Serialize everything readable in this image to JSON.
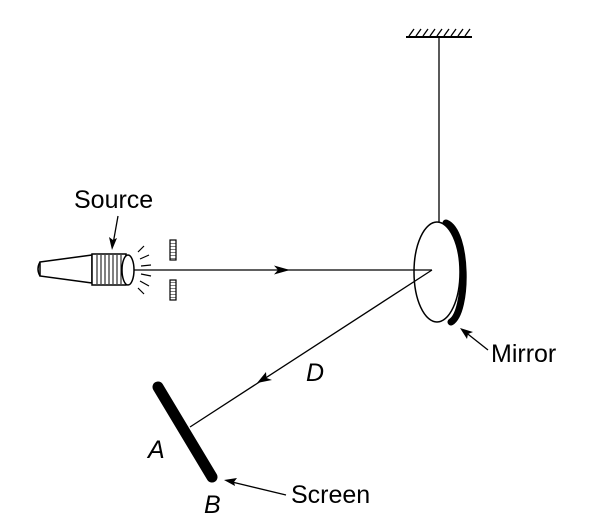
{
  "labels": {
    "source": "Source",
    "mirror": "Mirror",
    "screen": "Screen",
    "distance": "D",
    "point_a": "A",
    "point_b": "B"
  },
  "colors": {
    "ink": "#000000",
    "background": "#ffffff"
  }
}
